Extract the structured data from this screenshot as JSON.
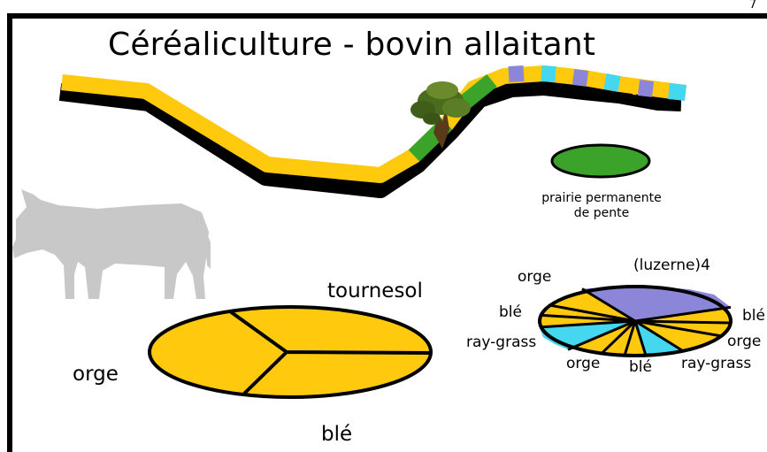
{
  "page_number": "7",
  "title": "Céréaliculture - bovin allaitant",
  "permanent_meadow": {
    "label_line1": "prairie permanente",
    "label_line2": "de pente"
  },
  "large_rotation": {
    "labels": {
      "top": "tournesol",
      "left": "orge",
      "bottom": "blé"
    }
  },
  "small_rotation": {
    "labels": {
      "luzerne": "(luzerne)4",
      "orge_top": "orge",
      "ble_left": "blé",
      "raygrass_left": "ray-grass",
      "orge_bottom": "orge",
      "ble_bottom": "blé",
      "raygrass_right": "ray-grass",
      "orge_right": "orge",
      "ble_right": "blé"
    }
  },
  "icons": {
    "cow": "cow-silhouette-icon",
    "tree": "tree-icon"
  },
  "colors": {
    "crop_yellow": "#FFC90E",
    "grass_green": "#3BA32A",
    "luzerne_purple": "#8C86D8",
    "raygrass_cyan": "#45D6F0",
    "cow_gray": "#C8C8C8",
    "outline": "#000000"
  }
}
